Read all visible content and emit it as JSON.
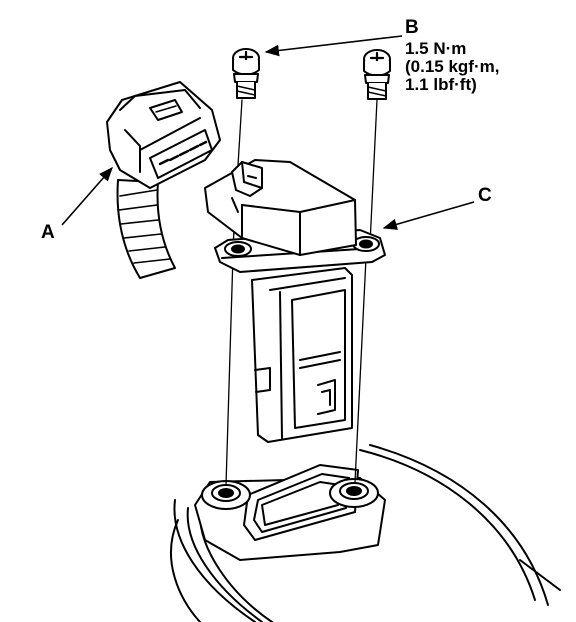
{
  "labels": {
    "a": "A",
    "b": "B",
    "c": "C"
  },
  "torque_spec": {
    "line1": "1.5 N·m",
    "line2": "(0.15 kgf·m,",
    "line3": "1.1 lbf·ft)"
  },
  "colors": {
    "ink": "#000000",
    "paper": "#ffffff"
  },
  "icons": [
    "screw-icon",
    "connector-icon",
    "sensor-icon",
    "intake-duct-icon"
  ]
}
